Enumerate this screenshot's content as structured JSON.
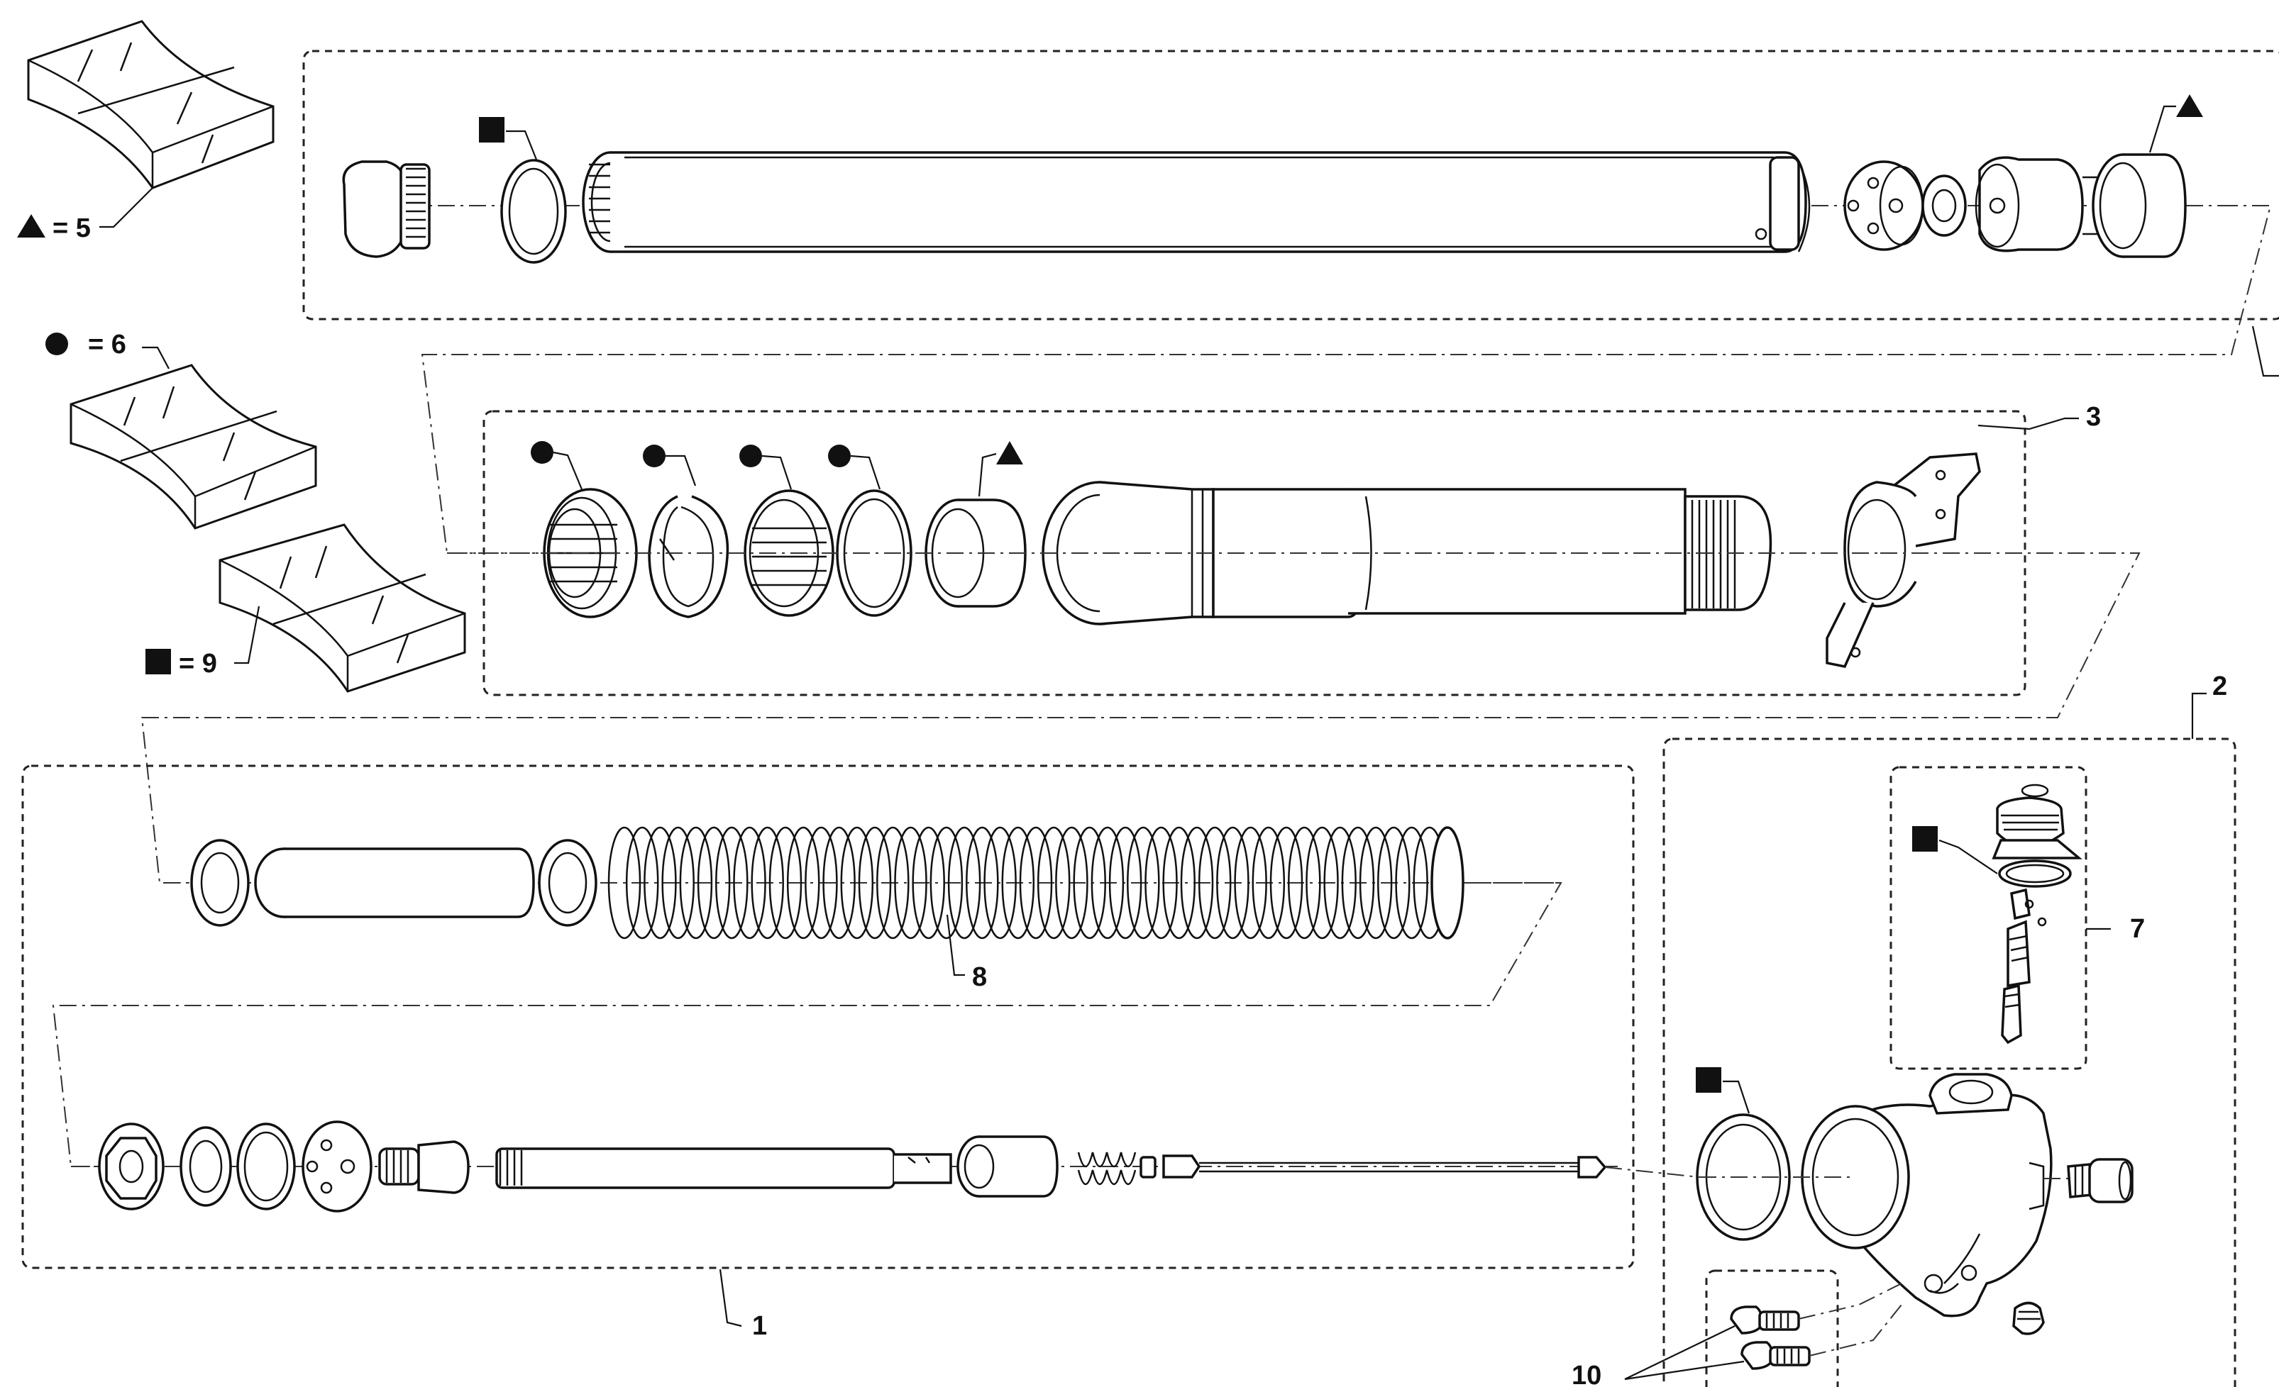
{
  "legend": {
    "triangle": {
      "symbol": "triangle-icon",
      "text": "= 5"
    },
    "circle": {
      "symbol": "circle-icon",
      "text": "= 6"
    },
    "square": {
      "symbol": "square-icon",
      "text": "= 9"
    }
  },
  "callouts": {
    "c1": "1",
    "c2": "2",
    "c3": "3",
    "c7": "7",
    "c8": "8",
    "c10": "10"
  },
  "colors": {
    "ink": "#111111",
    "paper": "#ffffff"
  }
}
